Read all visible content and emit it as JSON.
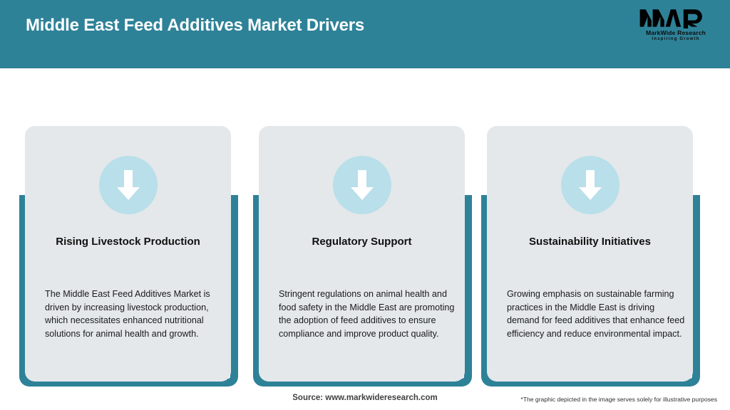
{
  "header": {
    "title": "Middle East Feed Additives Market Drivers",
    "bg_color": "#2e8298",
    "title_color": "#ffffff"
  },
  "logo": {
    "mark": "MWR",
    "name": "MarkWide Research",
    "tagline": "Inspiring Growth"
  },
  "cards": [
    {
      "icon": "down-arrow-icon",
      "title": "Rising Livestock Production",
      "body": "The Middle East Feed Additives Market is driven by increasing livestock production, which necessitates enhanced nutritional solutions for animal health and growth."
    },
    {
      "icon": "down-arrow-icon",
      "title": "Regulatory Support",
      "body": "Stringent regulations on animal health and food safety in the Middle East are promoting the adoption of feed additives to ensure compliance and improve product quality."
    },
    {
      "icon": "down-arrow-icon",
      "title": "Sustainability Initiatives",
      "body": "Growing emphasis on sustainable farming practices in the Middle East is driving demand for feed additives that enhance feed efficiency and reduce environmental impact."
    }
  ],
  "footer": {
    "source": "Source: www.markwideresearch.com",
    "disclaimer": "*The graphic depicted in the image serves solely for illustrative purposes"
  },
  "colors": {
    "teal": "#2e8298",
    "card_bg": "#e4e8ea",
    "icon_circle": "#b8dfea",
    "arrow": "#ffffff",
    "page_bg": "#ffffff"
  }
}
